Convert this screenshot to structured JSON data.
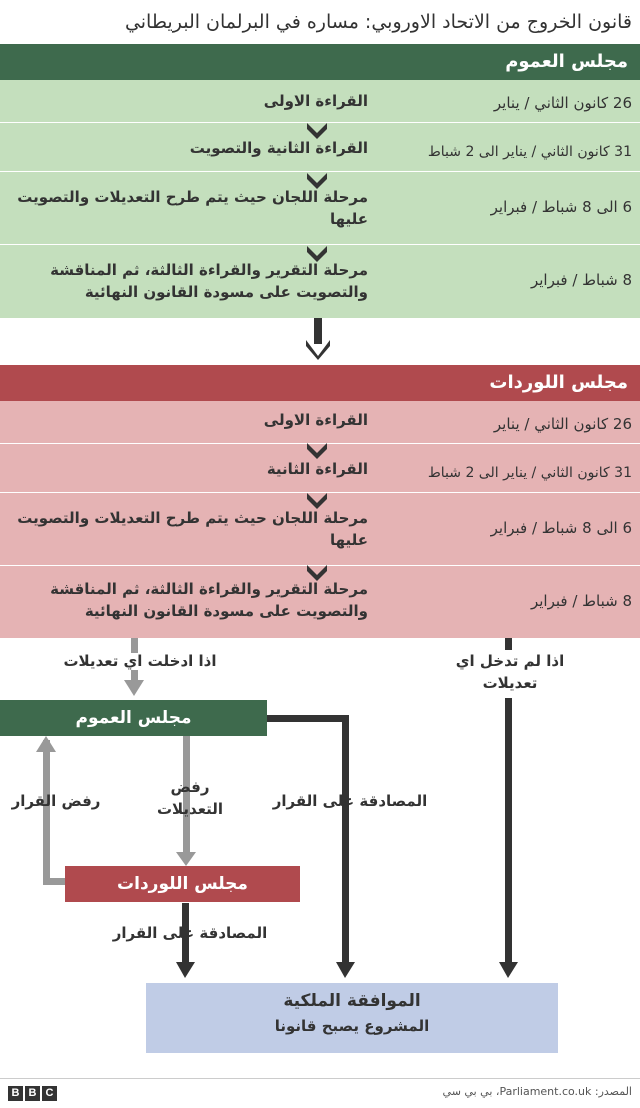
{
  "title": "قانون الخروج من الاتحاد الاوروبي: مساره في البرلمان البريطاني",
  "colors": {
    "commons_dark": "#3e6a4d",
    "commons_light": "#c4dfbd",
    "lords_dark": "#b04a4e",
    "lords_light": "#e5b3b4",
    "royal": "#c0cce6",
    "arrow_dark": "#333333",
    "arrow_grey": "#999999"
  },
  "commons": {
    "header": "مجلس العموم",
    "rows": [
      {
        "stage": "القراءة الاولى",
        "date": "26 كانون الثاني / يناير"
      },
      {
        "stage": "القراءة الثانية والتصويت",
        "date": "31 كانون الثاني / يناير الى 2 شباط"
      },
      {
        "stage": "مرحلة اللجان حيث يتم طرح التعديلات والتصويت عليها",
        "date": "6 الى 8 شباط / فبراير"
      },
      {
        "stage": "مرحلة التقرير والقراءة الثالثة، ثم المناقشة والتصويت على مسودة القانون النهائية",
        "date": "8 شباط / فبراير"
      }
    ]
  },
  "lords": {
    "header": "مجلس اللوردات",
    "rows": [
      {
        "stage": "القراءة الاولى",
        "date": "26 كانون الثاني / يناير"
      },
      {
        "stage": "القراءة الثانية",
        "date": "31 كانون الثاني / يناير الى 2 شباط"
      },
      {
        "stage": "مرحلة اللجان حيث يتم طرح التعديلات والتصويت عليها",
        "date": "6 الى 8 شباط / فبراير"
      },
      {
        "stage": "مرحلة التقرير والقراءة الثالثة، ثم المناقشة والتصويت على مسودة القانون النهائية",
        "date": "8 شباط / فبراير"
      }
    ]
  },
  "flow": {
    "if_amended": "اذا ادخلت اي تعديلات",
    "if_not_amended": "اذا لم تدخل اي تعديلات",
    "commons_box": "مجلس العموم",
    "lords_box": "مجلس اللوردات",
    "reject_decision": "رفض القرار",
    "reject_amendments": "رفض التعديلات",
    "approve_decision_commons": "المصادقة على القرار",
    "approve_decision_lords": "المصادقة على القرار",
    "royal_title": "الموافقة الملكية",
    "royal_subtitle": "المشروع يصبح قانونا"
  },
  "footer": {
    "source": "المصدر: Parliament.co.uk، بي بي سي",
    "logo": [
      "B",
      "B",
      "C"
    ]
  }
}
